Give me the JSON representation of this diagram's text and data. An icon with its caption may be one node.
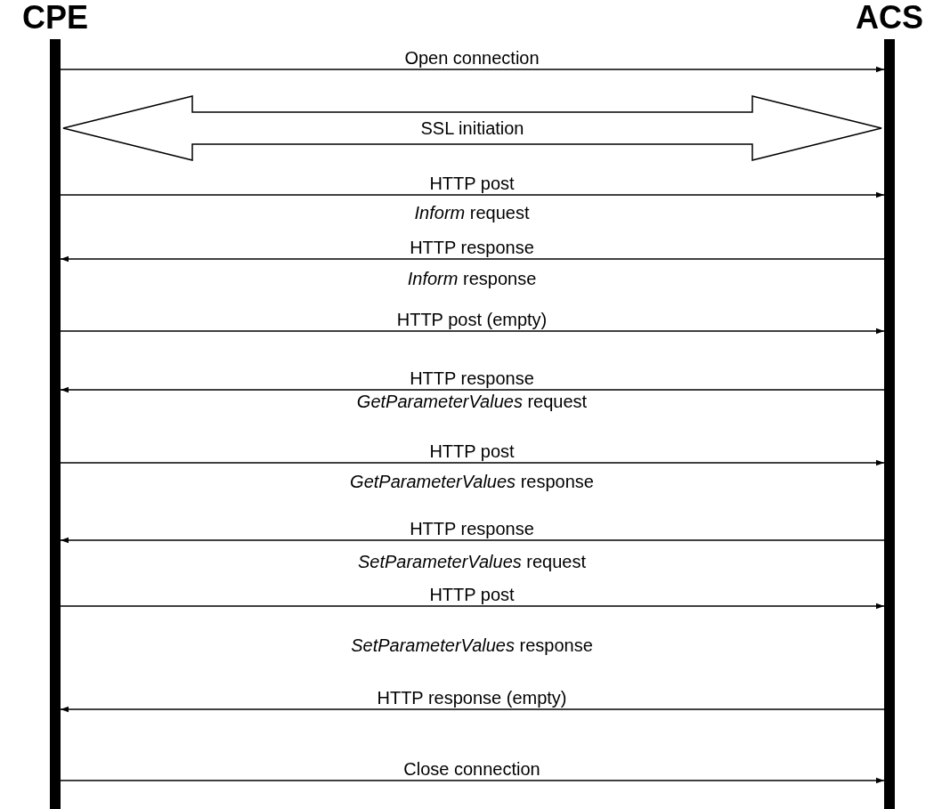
{
  "diagram": {
    "nodes": [
      {
        "text": [
          "CPE"
        ]
      },
      {
        "text": [
          "ACS"
        ]
      }
    ],
    "edges": [
      {
        "from": 0,
        "to": 1,
        "arrow": "to",
        "label": "Open connection"
      },
      {
        "from": 0,
        "to": 1,
        "arrow": "both",
        "label": "SSL initiation",
        "style": "thick"
      },
      {
        "from": 0,
        "to": 1,
        "arrow": "to",
        "label": "HTTP post"
      },
      {
        "from": 1,
        "to": 0,
        "arrow": "to",
        "label": "HTTP response"
      },
      {
        "from": 0,
        "to": 1,
        "arrow": "to",
        "label": "HTTP post (empty)"
      },
      {
        "from": 1,
        "to": 0,
        "arrow": "to",
        "label": "HTTP response"
      },
      {
        "from": 0,
        "to": 1,
        "arrow": "to",
        "label": "HTTP post"
      },
      {
        "from": 1,
        "to": 0,
        "arrow": "to",
        "label": "HTTP response"
      },
      {
        "from": 0,
        "to": 1,
        "arrow": "to",
        "label": "HTTP post"
      },
      {
        "from": 1,
        "to": 0,
        "arrow": "to",
        "label": "HTTP response (empty)"
      },
      {
        "from": 0,
        "to": 1,
        "arrow": "to",
        "label": "Close connection"
      }
    ],
    "labels": [
      "*Inform* request",
      "*Inform* response",
      "*GetParameterValues* request",
      "*GetParameterValues* response",
      "*SetParameterValues* request",
      "*SetParameterValues* response"
    ]
  }
}
